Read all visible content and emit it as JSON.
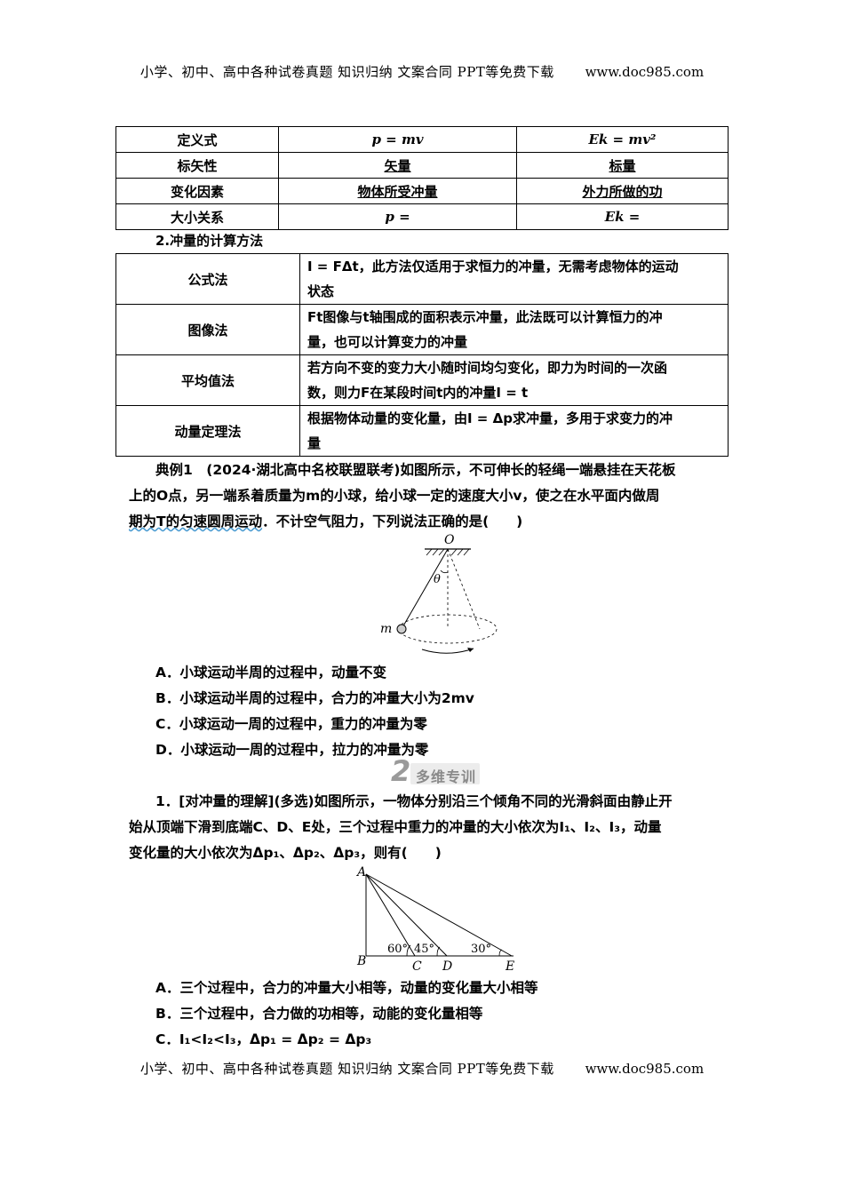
{
  "header": {
    "text": "小学、初中、高中各种试卷真题 知识归纳 文案合同 PPT等免费下载",
    "url": "www.doc985.com"
  },
  "footer": {
    "text": "小学、初中、高中各种试卷真题 知识归纳 文案合同 PPT等免费下载",
    "url": "www.doc985.com"
  },
  "comparison_table": {
    "rows": [
      {
        "label": "定义式",
        "col1": "p = mv",
        "col2": "Ek = mv²"
      },
      {
        "label": "标矢性",
        "col1": "矢量",
        "col2": "标量"
      },
      {
        "label": "变化因素",
        "col1": "物体所受冲量",
        "col2": "外力所做的功"
      },
      {
        "label": "大小关系",
        "col1": "p =",
        "col2": "Ek ="
      }
    ]
  },
  "section2": {
    "title": "2.冲量的计算方法"
  },
  "methods_table": {
    "rows": [
      {
        "method": "公式法",
        "line1": "I = FΔt，此方法仅适用于求恒力的冲量，无需考虑物体的运动",
        "line2": "状态"
      },
      {
        "method": "图像法",
        "line1": "Ft图像与t轴围成的面积表示冲量，此法既可以计算恒力的冲",
        "line2": "量，也可以计算变力的冲量"
      },
      {
        "method": "平均值法",
        "line1": "若方向不变的变力大小随时间均匀变化，即力为时间的一次函",
        "line2": "数，则力F在某段时间t内的冲量I = t"
      },
      {
        "method": "动量定理法",
        "line1": "根据物体动量的变化量，由I = Δp求冲量，多用于求变力的冲",
        "line2": "量"
      }
    ]
  },
  "example1": {
    "line1": "典例1　(2024·湖北高中名校联盟联考)如图所示，不可伸长的轻绳一端悬挂在天花板",
    "line2": "上的O点，另一端系着质量为m的小球，给小球一定的速度大小v，使之在水平面内做周",
    "line3_wavy": "期为T的匀速圆周运动",
    "line3_rest": "．不计空气阻力，下列说法正确的是(　　)",
    "figure_labels": {
      "o": "O",
      "theta": "θ",
      "m": "m"
    },
    "options": [
      "A．小球运动半周的过程中，动量不变",
      "B．小球运动半周的过程中，合力的冲量大小为2mv",
      "C．小球运动一周的过程中，重力的冲量为零",
      "D．小球运动一周的过程中，拉力的冲量为零"
    ]
  },
  "banner": {
    "number": "2",
    "label": "多维专训"
  },
  "question1": {
    "line1": "1．[对冲量的理解](多选)如图所示，一物体分别沿三个倾角不同的光滑斜面由静止开",
    "line2": "始从顶端下滑到底端C、D、E处，三个过程中重力的冲量的大小依次为I₁、I₂、I₃，动量",
    "line3": "变化量的大小依次为Δp₁、Δp₂、Δp₃，则有(　　)",
    "figure_labels": {
      "a": "A",
      "b": "B",
      "c": "C",
      "d": "D",
      "e": "E",
      "angle60": "60°",
      "angle45": "45°",
      "angle30": "30°"
    },
    "options": [
      "A．三个过程中，合力的冲量大小相等，动量的变化量大小相等",
      "B．三个过程中，合力做的功相等，动能的变化量相等",
      "C．I₁<I₂<I₃，Δp₁ = Δp₂ = Δp₃"
    ]
  }
}
